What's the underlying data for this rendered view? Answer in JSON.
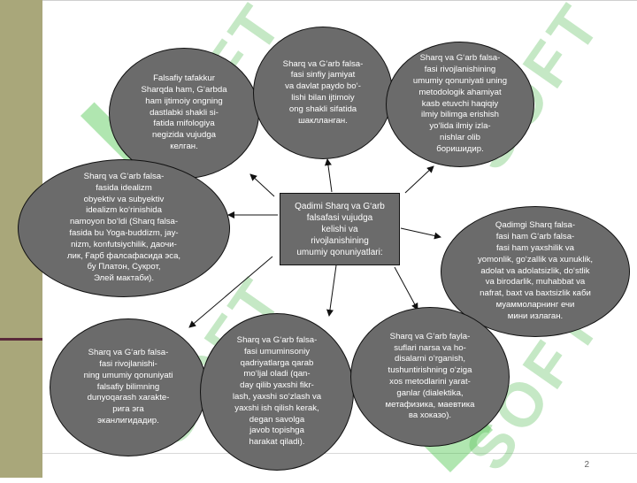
{
  "diagram": {
    "center": "Qadimi Sharq va G‘arb\nfalsafasi vujudga\nkelishi va\nrivojlanishining\numumiy qonuniyatlari:",
    "nodes": [
      {
        "id": "n1",
        "text": "Falsafiy tafakkur\nSharqda ham, G‘arbda\nham ijtimoiy ongning\ndastlabki shakli si-\nfatida mifologiya\nnegizida vujudga\nкелган."
      },
      {
        "id": "n2",
        "text": "Sharq va G‘arb falsa-\nfasi sinfiy jamiyat\nva davlat paydo bo‘-\nlishi bilan ijtimoiy\nong shakli sifatida\nшаклланган."
      },
      {
        "id": "n3",
        "text": "Sharq va G‘arb falsa-\nfasi rivojlanishining\numumiy qonuniyati uning\nmetodologik ahamiyat\nkasb etuvchi haqiqiy\nilmiy bilimga erishish\nyo‘lida ilmiy izla-\nnishlar olib\nборишидир."
      },
      {
        "id": "n4",
        "text": "Sharq va G‘arb falsa-\nfasida idealizm\nobyektiv va subyektiv\nidealizm ko‘rinishida\nnamoyon bo‘ldi (Sharq falsa-\nfasida bu Yoga-buddizm, jay-\nnizm, konfutsiychilik, даочи-\nлик, Ғарб фалсафасида эса,\nбу Платон, Сукрот,\nЭлей мактаби)."
      },
      {
        "id": "n5",
        "text": "Qadimgi Sharq falsa-\nfasi ham G‘arb falsa-\nfasi ham yaxshilik va\nyomonlik, go‘zallik va xunuklik,\nadolat va adolatsizlik, do‘stlik\nva birodarlik, muhabbat va\nnafrat, baxt va baxtsizlik каби\nмуаммоларнинг ечи\nмини излаган."
      },
      {
        "id": "n6",
        "text": "Sharq va G‘arb falsa-\nfasi rivojlanishi-\nning umumiy qonuniyati\nfalsafiy bilimning\ndunyoqarash xarakte-\nрига эга\nэканлигидадир."
      },
      {
        "id": "n7",
        "text": "Sharq va G‘arb falsa-\nfasi umuminsoniy\nqadriyatlarga qarab\nmo‘ljal oladi (qan-\nday qilib yaxshi fikr-\nlash, yaxshi so‘zlash va\nyaxshi ish qilish kerak,\ndegan savolga\njavob topishga\nharakat qiladi)."
      },
      {
        "id": "n8",
        "text": "Sharq va G‘arb fayla-\nsuflari narsa va ho-\ndisalarni o‘rganish,\ntushuntirishning o‘ziga\nxos  metodlarini yarat-\nganlar (dialektika,\nметафизика, маевтика\nва хоказо)."
      }
    ]
  },
  "watermark_text": "SOFT",
  "page_number": "2",
  "colors": {
    "sidebar": "#a9a77a",
    "node_fill": "#6b6b6b",
    "watermark": "#5abe5a"
  }
}
